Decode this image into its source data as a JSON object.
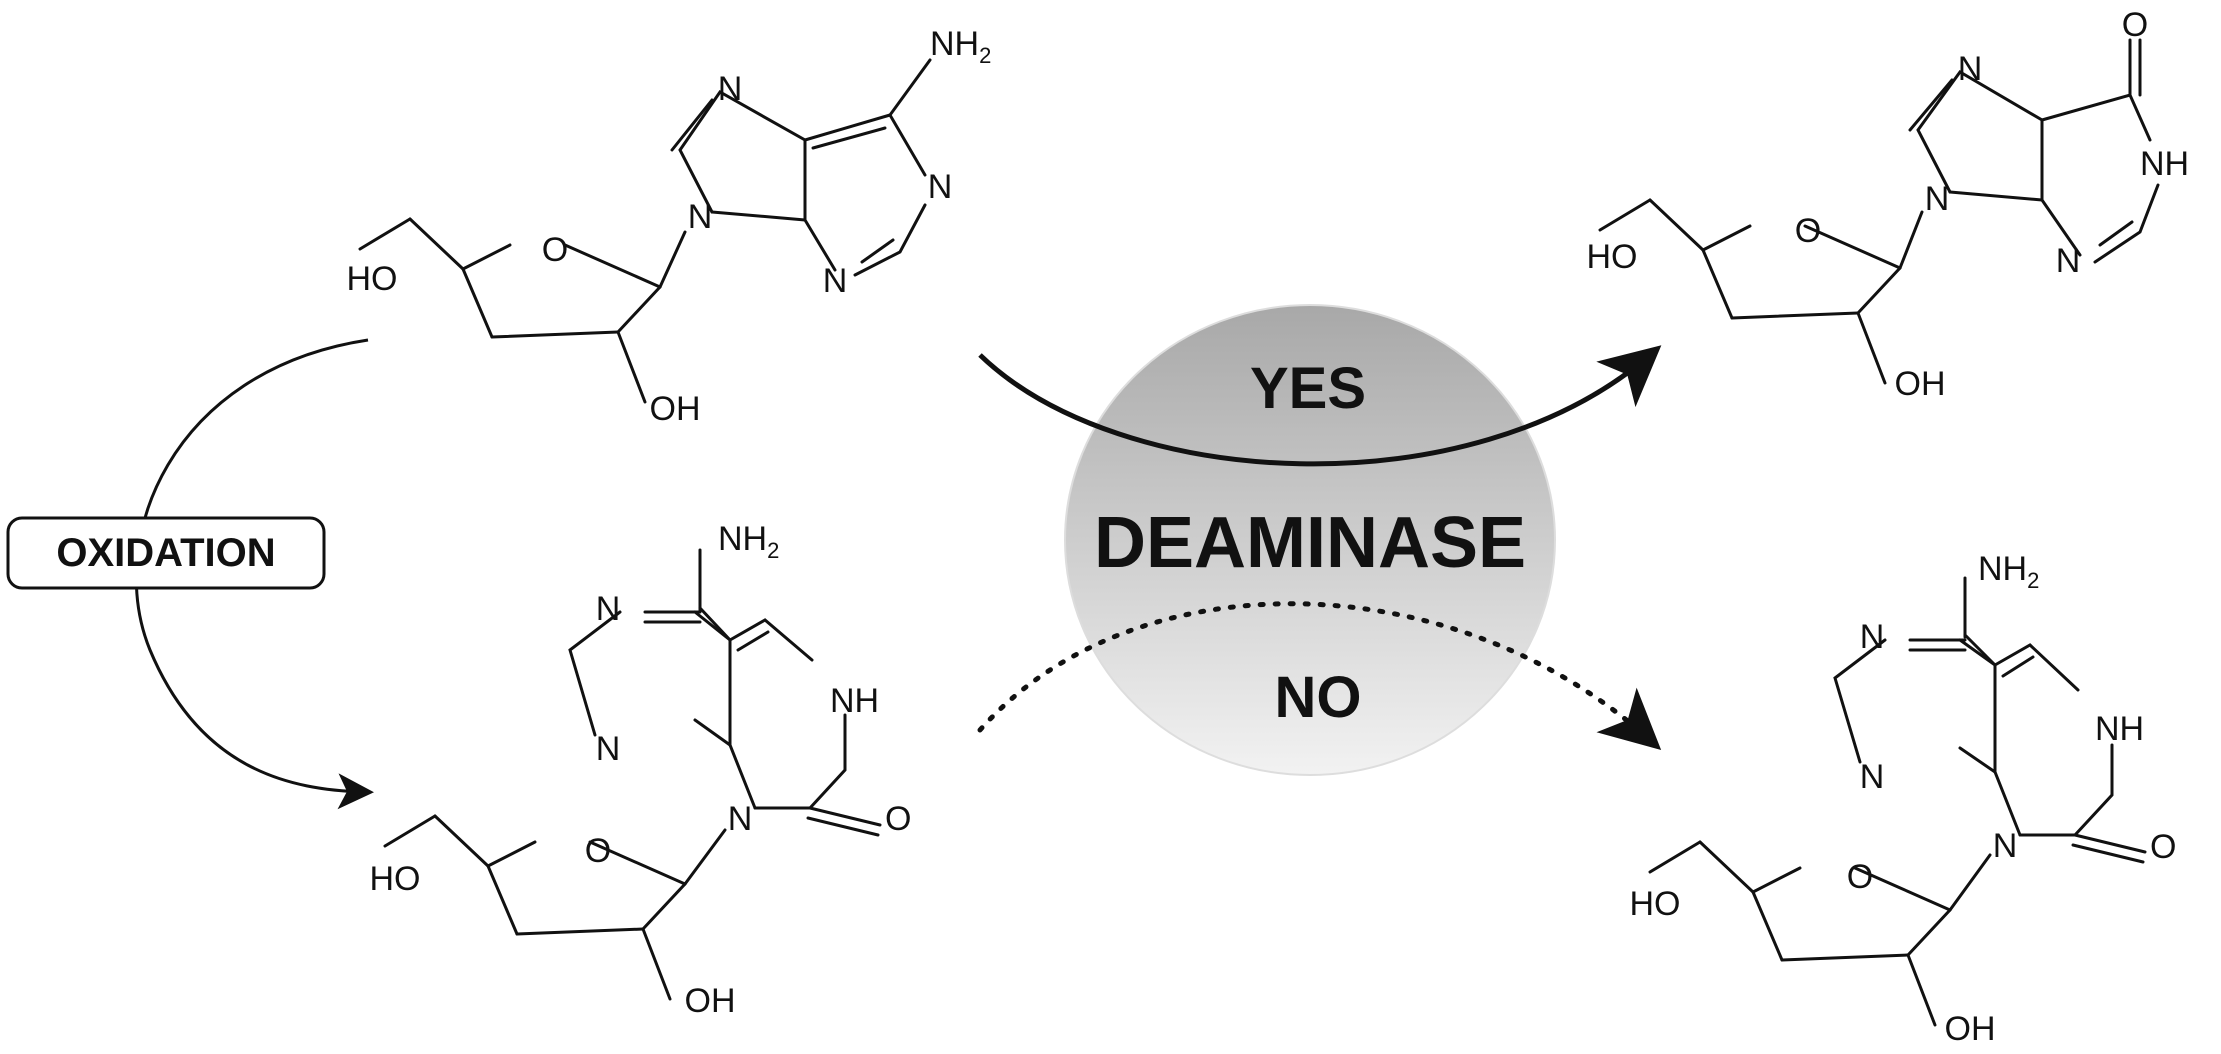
{
  "reaction": {
    "oxidation_label": "OXIDATION",
    "yes_label": "YES",
    "enzyme_label": "DEAMINASE",
    "no_label": "NO"
  },
  "atoms": {
    "N": "N",
    "NH": "NH",
    "NH2_base": "NH",
    "NH2_sub": "2",
    "O": "O",
    "HO": "HO",
    "OH": "OH"
  },
  "colors": {
    "ink": "#111111",
    "enzyme_gradient_top": "#a8a8a8",
    "enzyme_gradient_bottom": "#f2f2f2"
  }
}
